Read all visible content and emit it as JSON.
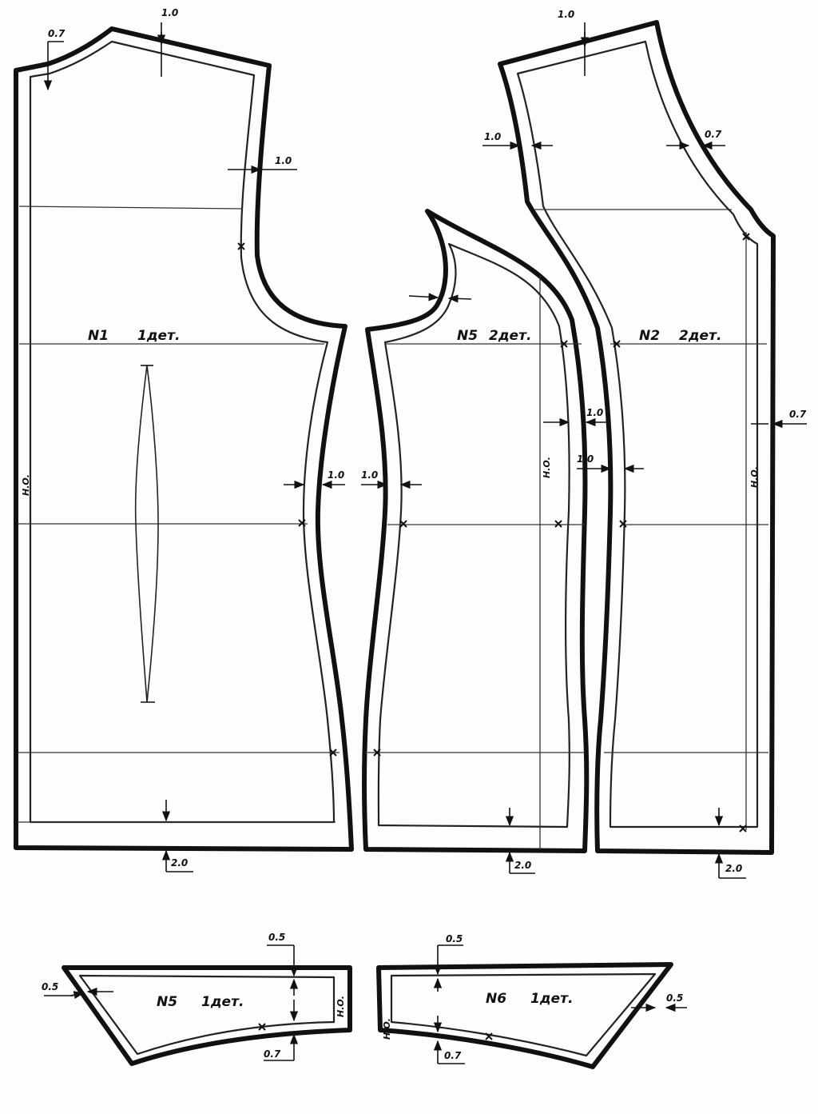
{
  "pieces": {
    "p1": {
      "number": "N1",
      "count": "1дет.",
      "grain": "Н.О."
    },
    "p5a": {
      "number": "N5",
      "count": "2дет.",
      "grain": "Н.О."
    },
    "p2": {
      "number": "N2",
      "count": "2дет.",
      "grain": "Н.О."
    },
    "p5b": {
      "number": "N5",
      "count": "1дет.",
      "grain": "Н.О."
    },
    "p6": {
      "number": "N6",
      "count": "1дет.",
      "grain": "Н.О."
    }
  },
  "allowances": {
    "a_07": "0.7",
    "a_10": "1.0",
    "a_10b": "1.0",
    "a_10c": "1.0",
    "a_20": "2.0",
    "a_10d": "1.0",
    "a_20b": "2.0",
    "a_10e": "1.0",
    "a_10f": "1.0",
    "a_10g": "1.0",
    "a_07b": "0.7",
    "a_10h": "1.0",
    "a_07c": "0.7",
    "a_20c": "2.0",
    "a_05a": "0.5",
    "a_05b": "0.5",
    "a_07d": "0.7",
    "a_05c": "0.5",
    "a_05d": "0.5",
    "a_07e": "0.7"
  }
}
